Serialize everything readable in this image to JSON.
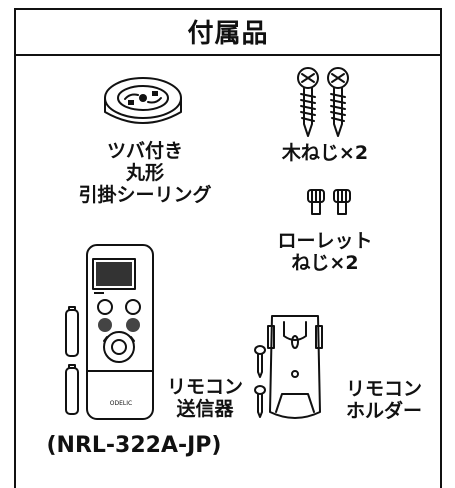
{
  "title": "付属品",
  "items": {
    "ceiling_cap": {
      "line1": "ツバ付き",
      "line2": "丸形",
      "line3": "引掛シーリング",
      "icon": "ceiling-rose-icon"
    },
    "wood_screws": {
      "label": "木ねじ×2",
      "icon": "wood-screw-icon"
    },
    "knurled_screws": {
      "line1": "ローレット",
      "line2": "ねじ×2",
      "icon": "knurled-screw-icon"
    },
    "remote": {
      "line1": "リモコン",
      "line2": "送信器",
      "model": "(NRL-322A-JP)",
      "brand_mark": "ODELIC",
      "icon": "remote-control-icon"
    },
    "holder": {
      "line1": "リモコン",
      "line2": "ホルダー",
      "icon": "remote-holder-icon"
    }
  }
}
